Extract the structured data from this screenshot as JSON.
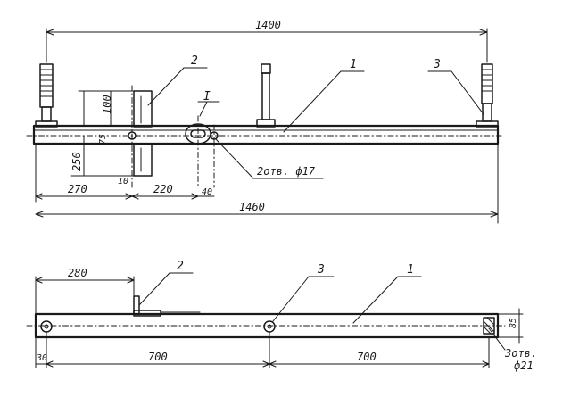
{
  "top_view": {
    "dims": {
      "overall_top": "1400",
      "overall_bottom": "1460",
      "left_offset": "270",
      "mid_offset": "220",
      "hole_offset": "40",
      "bracket_height": "100",
      "bracket_small": "75",
      "bracket_lower": "250",
      "bracket_foot": "10"
    },
    "callouts": {
      "part2": "2",
      "part1": "1",
      "part3": "3",
      "detail": "I",
      "holes": "2отв. ф17"
    }
  },
  "bottom_view": {
    "dims": {
      "left_offset": "280",
      "span_left": "700",
      "span_right": "700",
      "edge": "30",
      "height": "85"
    },
    "callouts": {
      "part2": "2",
      "part3": "3",
      "part1": "1",
      "holes": "3отв. ф21"
    }
  }
}
